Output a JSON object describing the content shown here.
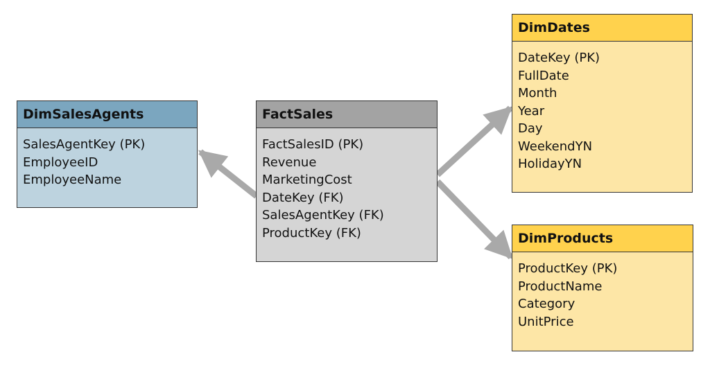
{
  "tables": {
    "dim_sales_agents": {
      "name": "DimSalesAgents",
      "fields": [
        "SalesAgentKey (PK)",
        "EmployeeID",
        "EmployeeName"
      ],
      "header_color": "#7ba6bf",
      "body_color": "#bdd3df"
    },
    "fact_sales": {
      "name": "FactSales",
      "fields": [
        "FactSalesID (PK)",
        "Revenue",
        "MarketingCost",
        "DateKey (FK)",
        "SalesAgentKey (FK)",
        "ProductKey (FK)"
      ],
      "header_color": "#a3a3a3",
      "body_color": "#d5d5d5"
    },
    "dim_dates": {
      "name": "DimDates",
      "fields": [
        "DateKey (PK)",
        "FullDate",
        "Month",
        "Year",
        "Day",
        "WeekendYN",
        "HolidayYN"
      ],
      "header_color": "#ffd24d",
      "body_color": "#fde6a6"
    },
    "dim_products": {
      "name": "DimProducts",
      "fields": [
        "ProductKey (PK)",
        "ProductName",
        "Category",
        "UnitPrice"
      ],
      "header_color": "#ffd24d",
      "body_color": "#fde6a6"
    }
  },
  "relationships": [
    {
      "from": "fact_sales",
      "to": "dim_sales_agents"
    },
    {
      "from": "fact_sales",
      "to": "dim_dates"
    },
    {
      "from": "fact_sales",
      "to": "dim_products"
    }
  ],
  "colors": {
    "connector": "#a9a9a9",
    "border": "#333333"
  }
}
